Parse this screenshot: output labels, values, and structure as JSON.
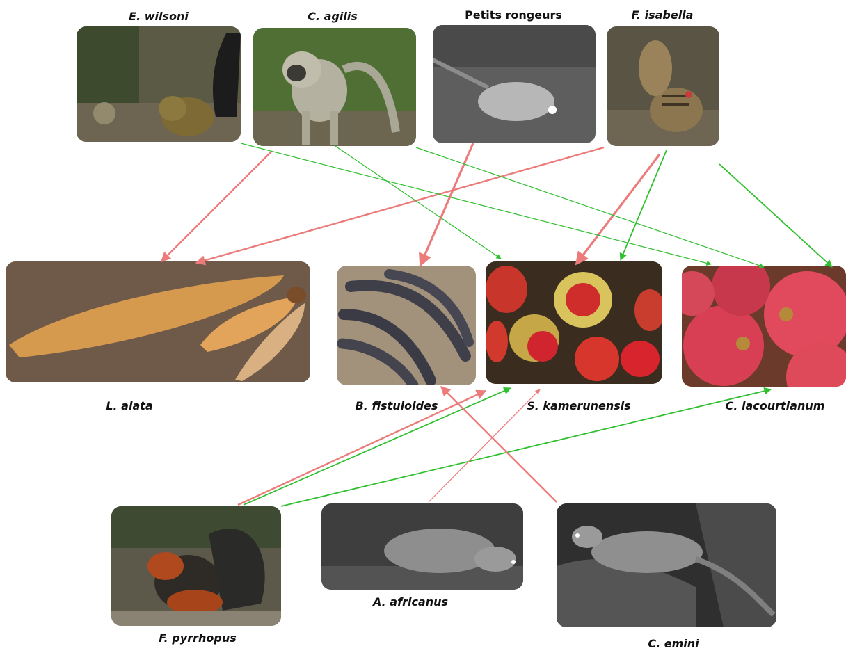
{
  "animals": {
    "e_wilsoni": {
      "name": "E. wilsoni"
    },
    "c_agilis": {
      "name": "C. agilis"
    },
    "petits_rongeurs": {
      "name": "Petits rongeurs"
    },
    "f_isabella": {
      "name": "F. isabella"
    },
    "f_pyrrhopus": {
      "name": "F. pyrrhopus"
    },
    "a_africanus": {
      "name": "A. africanus"
    },
    "c_emini": {
      "name": "C. emini"
    }
  },
  "plants": {
    "l_alata": {
      "name": "L. alata"
    },
    "b_fistuloides": {
      "name": "B. fistuloides"
    },
    "s_kamerunensis": {
      "name": "S. kamerunensis"
    },
    "c_lacourtianum": {
      "name": "C. lacourtianum"
    }
  },
  "links": [
    {
      "from": "c_agilis",
      "to": "l_alata",
      "kind": "red"
    },
    {
      "from": "f_isabella",
      "to": "l_alata",
      "kind": "red"
    },
    {
      "from": "petits_rongeurs",
      "to": "b_fistuloides",
      "kind": "red"
    },
    {
      "from": "f_isabella",
      "to": "s_kamerunensis",
      "kind": "red"
    },
    {
      "from": "c_agilis",
      "to": "s_kamerunensis",
      "kind": "green"
    },
    {
      "from": "f_isabella",
      "to": "s_kamerunensis",
      "kind": "green"
    },
    {
      "from": "e_wilsoni",
      "to": "c_lacourtianum",
      "kind": "green"
    },
    {
      "from": "c_agilis",
      "to": "c_lacourtianum",
      "kind": "green"
    },
    {
      "from": "f_isabella",
      "to": "c_lacourtianum",
      "kind": "green"
    },
    {
      "from": "f_pyrrhopus",
      "to": "s_kamerunensis",
      "kind": "red"
    },
    {
      "from": "f_pyrrhopus",
      "to": "s_kamerunensis",
      "kind": "green"
    },
    {
      "from": "f_pyrrhopus",
      "to": "c_lacourtianum",
      "kind": "green"
    },
    {
      "from": "a_africanus",
      "to": "s_kamerunensis",
      "kind": "red"
    },
    {
      "from": "c_emini",
      "to": "b_fistuloides",
      "kind": "red"
    }
  ],
  "colors": {
    "red": "#ec7b7b",
    "green": "#2fbf2f"
  }
}
